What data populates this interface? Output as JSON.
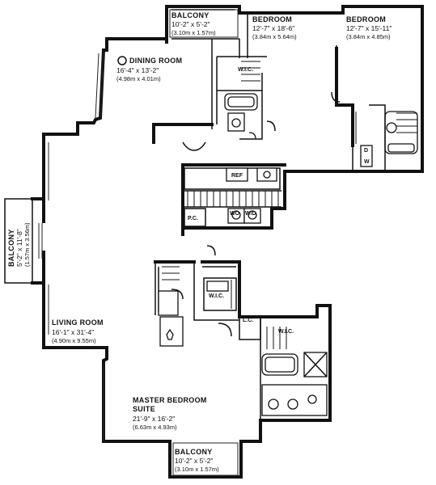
{
  "rooms": {
    "balcony_top": {
      "name": "BALCONY",
      "dims": "10'-2\" x 5'-2\"",
      "metric": "(3.10m x 1.57m)"
    },
    "bedroom_1": {
      "name": "BEDROOM",
      "dims": "12'-7\" x 18'-6\"",
      "metric": "(3.84m x 5.64m)"
    },
    "bedroom_2": {
      "name": "BEDROOM",
      "dims": "12'-7\" x 15'-11\"",
      "metric": "(3.84m x 4.85m)"
    },
    "dining": {
      "name": "DINING ROOM",
      "dims": "16'-4\" x 13'-2\"",
      "metric": "(4.98m x 4.01m)"
    },
    "balcony_left": {
      "name": "BALCONY",
      "dims": "5'-2\" x 11'-8\"",
      "metric": "(1.57m x 3.56m)"
    },
    "living": {
      "name": "LIVING ROOM",
      "dims": "16'-1\" x 31'-4\"",
      "metric": "(4.90m x 9.55m)"
    },
    "master": {
      "name": "MASTER BEDROOM",
      "name2": "SUITE",
      "dims": "21'-9\" x 16'-2\"",
      "metric": "(6.63m x 4.93m)"
    },
    "balcony_bottom": {
      "name": "BALCONY",
      "dims": "10'-2\" x 5'-2\"",
      "metric": "(3.10m x 1.57m)"
    }
  },
  "tags": {
    "wic_1": "W.I.C.",
    "wic_2": "W.I.C.",
    "wic_3": "W.I.C.",
    "lc": "L.C.",
    "ref": "REF",
    "pc": "P.C.",
    "wd": "W/D",
    "wo": "WO",
    "d": "D",
    "w": "W"
  }
}
